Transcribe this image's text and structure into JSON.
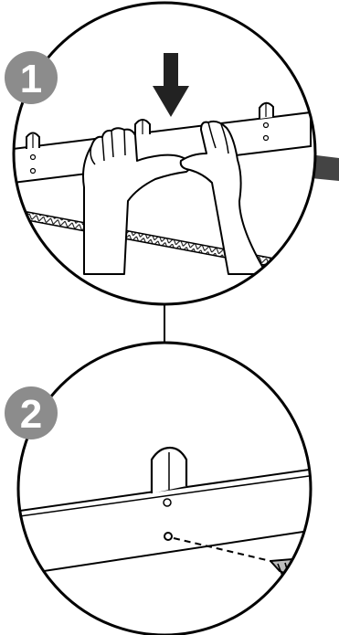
{
  "steps": [
    {
      "number": "1",
      "scene": "press-tab-into-slot",
      "arrow": "down-arrow-icon"
    },
    {
      "number": "2",
      "scene": "insert-screw",
      "icon": "phillips-screw-icon"
    }
  ],
  "colors": {
    "badge": "#8c8c8c",
    "badge_text": "#ffffff",
    "line": "#000000",
    "stand_post": "#444444"
  }
}
